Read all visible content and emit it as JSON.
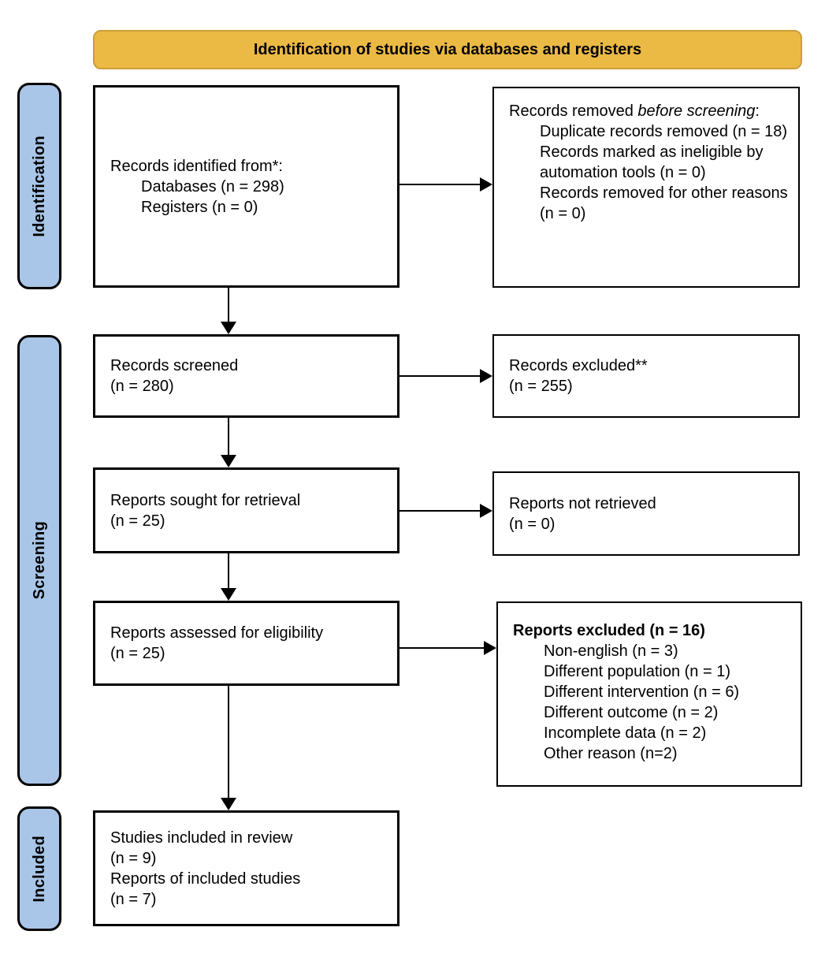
{
  "banner": {
    "title": "Identification of studies via databases and registers"
  },
  "colors": {
    "banner_fill": "#EBBA45",
    "banner_border": "#CE9E38",
    "sidebar_fill": "#A9C6E8",
    "line": "#000000"
  },
  "sidebar": {
    "identification": "Identification",
    "screening": "Screening",
    "included": "Included"
  },
  "boxes": {
    "identified": {
      "heading": "Records identified from*:",
      "items": [
        "Databases (n = 298)",
        "Registers (n = 0)"
      ]
    },
    "removed": {
      "heading_prefix": "Records removed ",
      "heading_italic": "before screening",
      "heading_suffix": ":",
      "items": [
        "Duplicate records removed (n = 18)",
        "Records marked as ineligible by automation tools (n = 0)",
        "Records removed for other reasons (n = 0)"
      ]
    },
    "screened": {
      "line1": "Records screened",
      "line2": "(n = 280)"
    },
    "excluded": {
      "line1": "Records excluded**",
      "line2": "(n = 255)"
    },
    "sought": {
      "line1": "Reports sought for retrieval",
      "line2": "(n = 25)"
    },
    "not_retrieved": {
      "line1": "Reports not retrieved",
      "line2": "(n = 0)"
    },
    "assessed": {
      "line1": "Reports assessed for eligibility",
      "line2": "(n = 25)"
    },
    "reports_excluded": {
      "heading": "Reports excluded (n = 16)",
      "items": [
        "Non-english (n = 3)",
        "Different population (n = 1)",
        "Different intervention (n = 6)",
        "Different outcome (n = 2)",
        "Incomplete data (n = 2)",
        "Other reason (n=2)"
      ]
    },
    "included_studies": {
      "lines": [
        "Studies included in review",
        "(n = 9)",
        "Reports of included studies",
        "(n = 7)"
      ]
    }
  }
}
